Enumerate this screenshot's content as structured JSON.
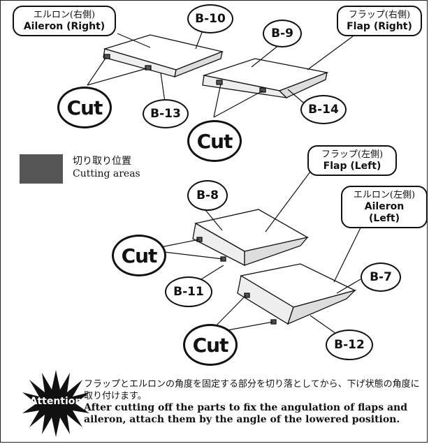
{
  "callouts": {
    "aileron_right": {
      "jp": "エルロン(右側)",
      "en": "Aileron (Right)"
    },
    "flap_right": {
      "jp": "フラップ(右側)",
      "en": "Flap (Right)"
    },
    "flap_left": {
      "jp": "フラップ(左側)",
      "en": "Flap (Left)"
    },
    "aileron_left": {
      "jp": "エルロン(左側)",
      "en": "Aileron (Left)"
    }
  },
  "part_labels": {
    "b10": "B-10",
    "b9": "B-9",
    "b13": "B-13",
    "b14": "B-14",
    "b8": "B-8",
    "b7": "B-7",
    "b11": "B-11",
    "b12": "B-12"
  },
  "cut_label": "Cut",
  "legend": {
    "jp": "切り取り位置",
    "en": "Cutting areas"
  },
  "attention": {
    "badge": "Attention",
    "jp": "フラップとエルロンの角度を固定する部分を切り落としてから、下げ状態の角度に取り付けます。",
    "en": "After cutting off the parts to fix the angulation of flaps and aileron, attach them by the angle of the lowered position."
  },
  "colors": {
    "cutting_area": "#555555",
    "outline": "#111111"
  }
}
